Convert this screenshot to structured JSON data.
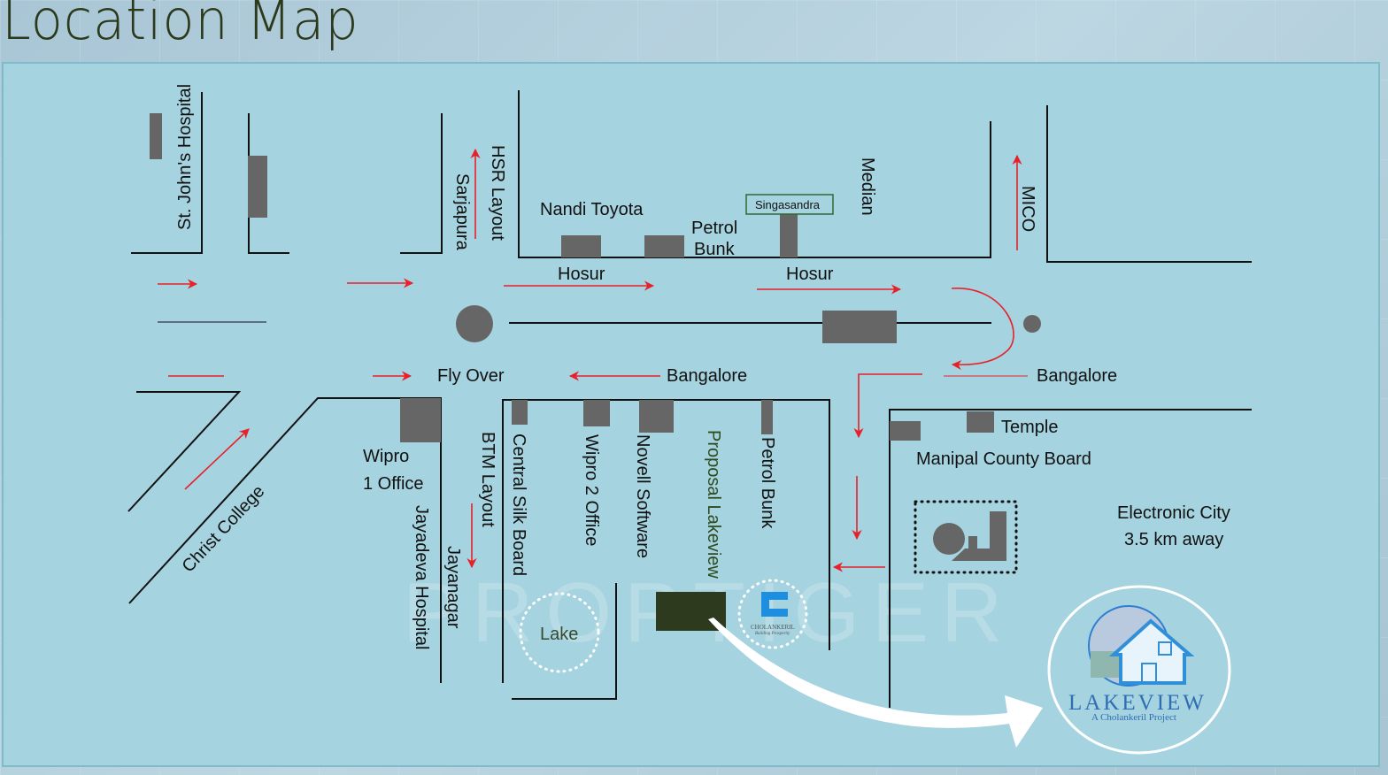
{
  "page": {
    "title": "Location Map",
    "watermark": "PROPTIGER"
  },
  "colors": {
    "panel_bg": "#a5d3df",
    "road": "#111111",
    "building": "#666666",
    "arrow": "#e8202a",
    "project_block": "#2e3a1e",
    "lakeview_blue": "#2f6db5"
  },
  "labels": {
    "st_johns": "St. John's Hospital",
    "sarjapura": "Sarjapura",
    "hsr_layout": "HSR Layout",
    "nandi_toyota": "Nandi Toyota",
    "petrol_bunk_1a": "Petrol",
    "petrol_bunk_1b": "Bunk",
    "singasandra": "Singasandra",
    "median": "Median",
    "mico": "MICO",
    "hosur_1": "Hosur",
    "hosur_2": "Hosur",
    "fly_over": "Fly Over",
    "bangalore_1": "Bangalore",
    "bangalore_2": "Bangalore",
    "wipro_1a": "Wipro",
    "wipro_1b": "1 Office",
    "christ_college": "Christ College",
    "jayadeva": "Jayadeva Hospital",
    "jayanagar": "Jayanagar",
    "btm_layout": "BTM Layout",
    "central_silk_board": "Central Silk Board",
    "wipro_2": "Wipro 2 Office",
    "novell": "Novell Software",
    "proposal_lakeview": "Proposal Lakeview",
    "petrol_bunk_2": "Petrol Bunk",
    "lake": "Lake",
    "temple": "Temple",
    "manipal": "Manipal County Board",
    "electronic_city": "Electronic City",
    "electronic_city_distance": "3.5 km away"
  },
  "logos": {
    "cholankeril_name": "CHOLANKERIL",
    "cholankeril_tagline": "Building Prosperity",
    "lakeview_name": "LAKEVIEW",
    "lakeview_tagline": "A Cholankeril Project"
  }
}
